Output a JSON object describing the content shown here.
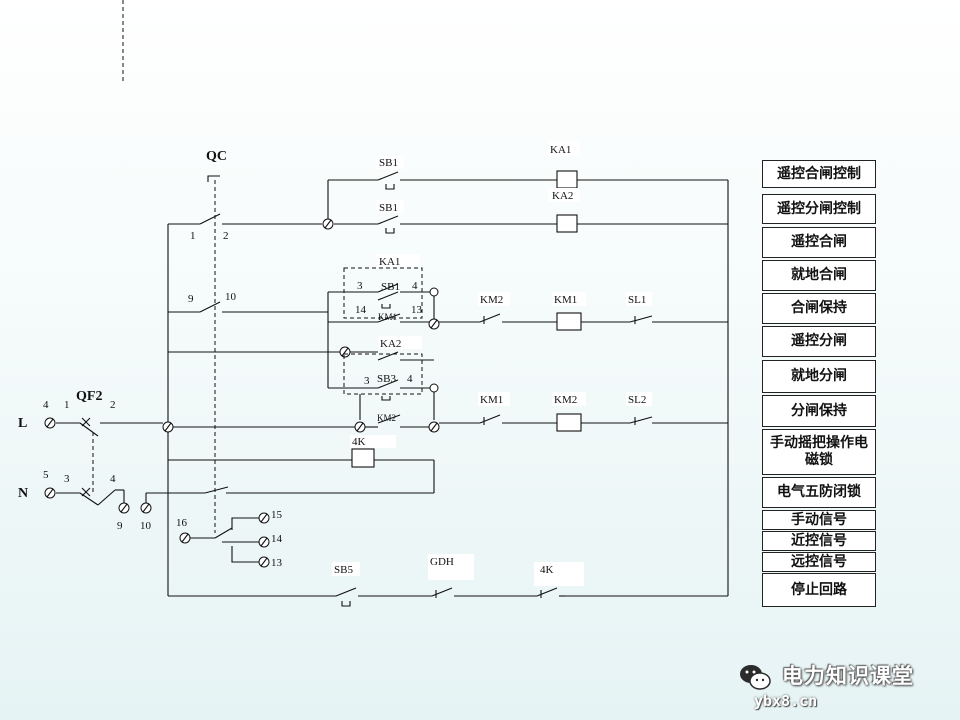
{
  "labels": {
    "qc": "QC",
    "qf2": "QF2",
    "L": "L",
    "N": "N",
    "sb1_top": "SB1",
    "sb1_mid": "SB1",
    "sb1_low": "SB1",
    "ka1_top": "KA1",
    "ka2_top": "KA2",
    "ka1_mid": "KA1",
    "ka2_mid": "KA2",
    "km1_contact": "KM1",
    "km2_contact": "KM2",
    "km2_a": "KM2",
    "km1_coil": "KM1",
    "sl1": "SL1",
    "km1_b": "KM1",
    "km2_coil": "KM2",
    "sl2": "SL2",
    "sb3": "SB3",
    "k4_coil": "4K",
    "sb5": "SB5",
    "gdh": "GDH",
    "k4_contact": "4K",
    "n1": "1",
    "n2": "2",
    "n9": "9",
    "n10": "10",
    "n3a": "3",
    "n4a": "4",
    "n14": "14",
    "n13": "13",
    "n3b": "3",
    "n4b": "4",
    "qf_4": "4",
    "qf_1": "1",
    "qf_2": "2",
    "qf_5": "5",
    "qf_3": "3",
    "qf_4b": "4",
    "t9": "9",
    "t10": "10",
    "t16": "16",
    "t15": "15",
    "t14": "14",
    "t13": "13"
  },
  "legend": [
    "遥控合闸控制",
    "遥控分闸控制",
    "遥控合闸",
    "就地合闸",
    "合闸保持",
    "遥控分闸",
    "就地分闸",
    "分闸保持",
    "手动摇把操作电磁锁",
    "电气五防闭锁",
    "手动信号",
    "近控信号",
    "远控信号",
    "停止回路"
  ],
  "watermark": {
    "brand": "电力知识课堂",
    "url": "ybx8.cn"
  },
  "colors": {
    "line": "#111111",
    "background_bottom": "#e6f3f4",
    "brand_icon": "#2b2b2b"
  }
}
